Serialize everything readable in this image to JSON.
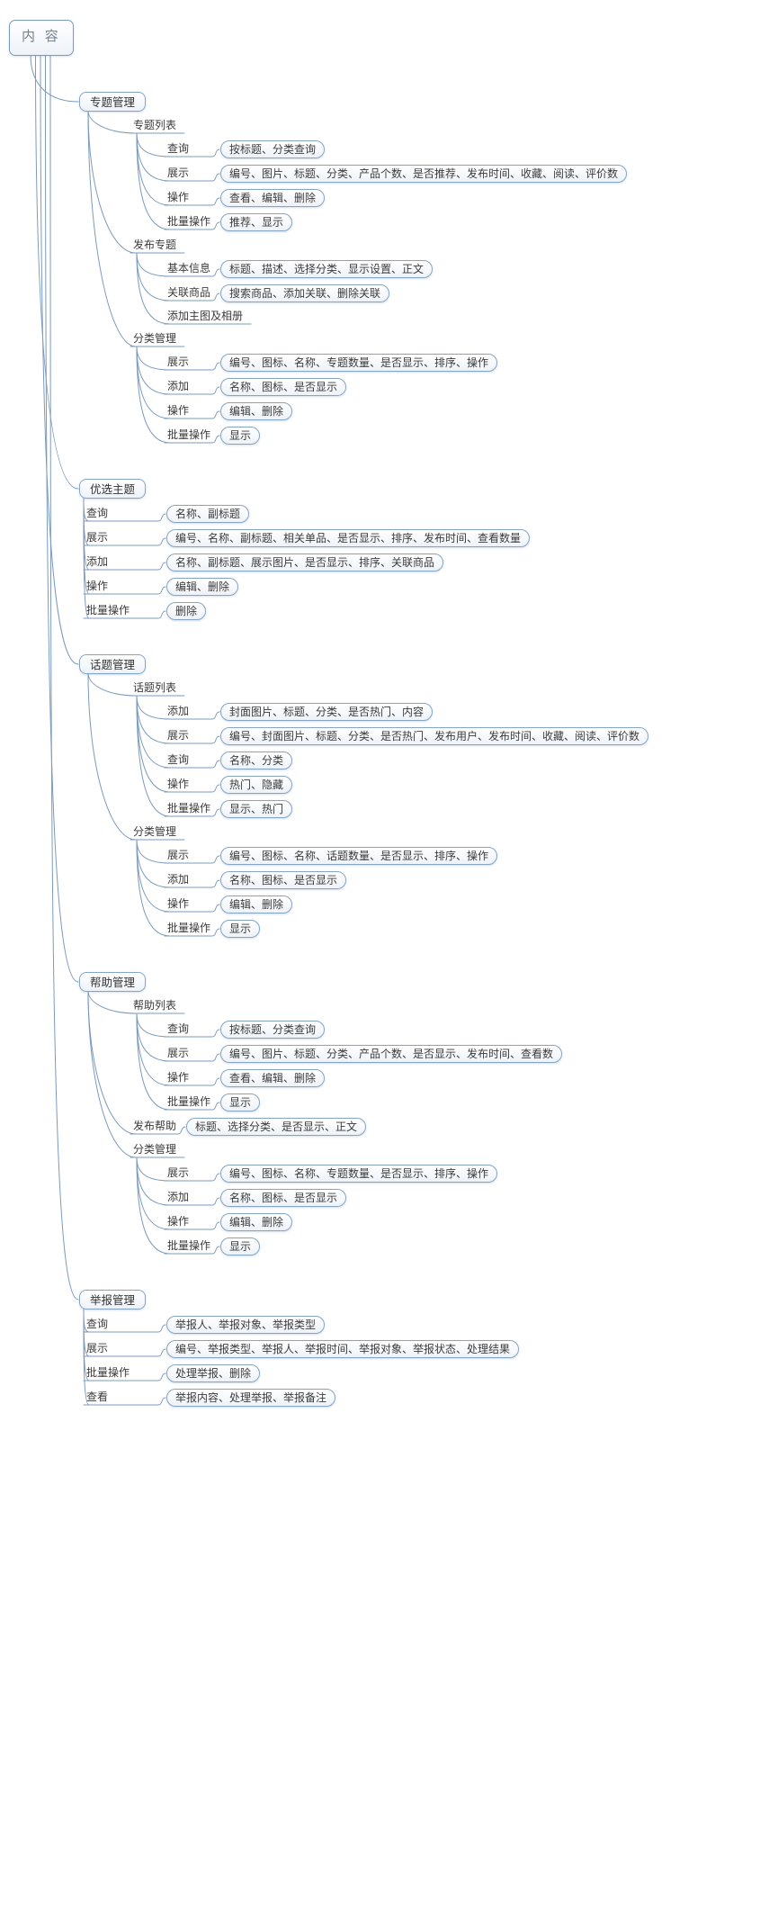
{
  "colors": {
    "node_border": "#86a5c5",
    "connector": "#7b9abc",
    "text": "#3b3b3b",
    "root_text": "#76828e"
  },
  "tree": {
    "label": "内 容",
    "children": [
      {
        "label": "专题管理",
        "children": [
          {
            "label": "专题列表",
            "children": [
              {
                "label": "查询",
                "box": "按标题、分类查询"
              },
              {
                "label": "展示",
                "box": "编号、图片、标题、分类、产品个数、是否推荐、发布时间、收藏、阅读、评价数"
              },
              {
                "label": "操作",
                "box": "查看、编辑、删除"
              },
              {
                "label": "批量操作",
                "box": "推荐、显示"
              }
            ]
          },
          {
            "label": "发布专题",
            "children": [
              {
                "label": "基本信息",
                "box": "标题、描述、选择分类、显示设置、正文"
              },
              {
                "label": "关联商品",
                "box": "搜索商品、添加关联、删除关联"
              },
              {
                "label": "添加主图及相册"
              }
            ]
          },
          {
            "label": "分类管理",
            "children": [
              {
                "label": "展示",
                "box": "编号、图标、名称、专题数量、是否显示、排序、操作"
              },
              {
                "label": "添加",
                "box": "名称、图标、是否显示"
              },
              {
                "label": "操作",
                "box": "编辑、删除"
              },
              {
                "label": "批量操作",
                "box": "显示"
              }
            ]
          }
        ]
      },
      {
        "label": "优选主题",
        "children": [
          {
            "label": "查询",
            "box": "名称、副标题"
          },
          {
            "label": "展示",
            "box": "编号、名称、副标题、相关单品、是否显示、排序、发布时间、查看数量"
          },
          {
            "label": "添加",
            "box": "名称、副标题、展示图片、是否显示、排序、关联商品"
          },
          {
            "label": "操作",
            "box": "编辑、删除"
          },
          {
            "label": "批量操作",
            "box": "删除"
          }
        ]
      },
      {
        "label": "话题管理",
        "children": [
          {
            "label": "话题列表",
            "children": [
              {
                "label": "添加",
                "box": "封面图片、标题、分类、是否热门、内容"
              },
              {
                "label": "展示",
                "box": "编号、封面图片、标题、分类、是否热门、发布用户、发布时间、收藏、阅读、评价数"
              },
              {
                "label": "查询",
                "box": "名称、分类"
              },
              {
                "label": "操作",
                "box": "热门、隐藏"
              },
              {
                "label": "批量操作",
                "box": "显示、热门"
              }
            ]
          },
          {
            "label": "分类管理",
            "children": [
              {
                "label": "展示",
                "box": "编号、图标、名称、话题数量、是否显示、排序、操作"
              },
              {
                "label": "添加",
                "box": "名称、图标、是否显示"
              },
              {
                "label": "操作",
                "box": "编辑、删除"
              },
              {
                "label": "批量操作",
                "box": "显示"
              }
            ]
          }
        ]
      },
      {
        "label": "帮助管理",
        "children": [
          {
            "label": "帮助列表",
            "children": [
              {
                "label": "查询",
                "box": "按标题、分类查询"
              },
              {
                "label": "展示",
                "box": "编号、图片、标题、分类、产品个数、是否显示、发布时间、查看数"
              },
              {
                "label": "操作",
                "box": "查看、编辑、删除"
              },
              {
                "label": "批量操作",
                "box": "显示"
              }
            ]
          },
          {
            "label": "发布帮助",
            "box": "标题、选择分类、是否显示、正文"
          },
          {
            "label": "分类管理",
            "children": [
              {
                "label": "展示",
                "box": "编号、图标、名称、专题数量、是否显示、排序、操作"
              },
              {
                "label": "添加",
                "box": "名称、图标、是否显示"
              },
              {
                "label": "操作",
                "box": "编辑、删除"
              },
              {
                "label": "批量操作",
                "box": "显示"
              }
            ]
          }
        ]
      },
      {
        "label": "举报管理",
        "children": [
          {
            "label": "查询",
            "box": "举报人、举报对象、举报类型"
          },
          {
            "label": "展示",
            "box": "编号、举报类型、举报人、举报时间、举报对象、举报状态、处理结果"
          },
          {
            "label": "批量操作",
            "box": "处理举报、删除"
          },
          {
            "label": "查看",
            "box": "举报内容、处理举报、举报备注"
          }
        ]
      }
    ]
  }
}
